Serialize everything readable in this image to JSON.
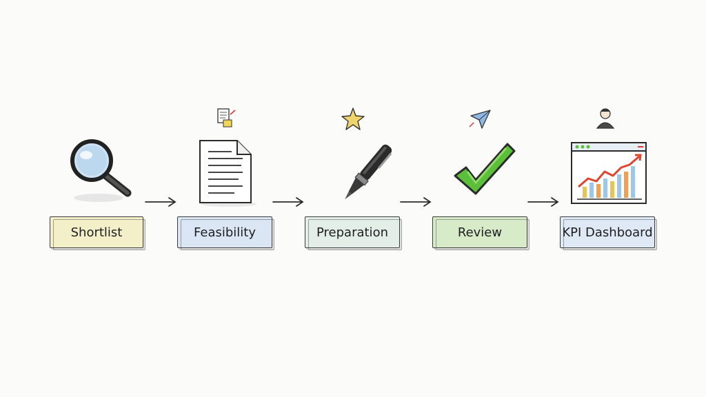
{
  "steps": [
    {
      "label": "Shortlist",
      "color": "#f2efc9",
      "icon": "magnifying-glass-icon",
      "mini_icon": null
    },
    {
      "label": "Feasibility",
      "color": "#dbe6f5",
      "icon": "document-icon",
      "mini_icon": "document-notes-icon"
    },
    {
      "label": "Preparation",
      "color": "#e2eee6",
      "icon": "pen-icon",
      "mini_icon": "star-icon"
    },
    {
      "label": "Review",
      "color": "#d8ebc8",
      "icon": "checkmark-icon",
      "mini_icon": "paper-plane-icon"
    },
    {
      "label": "KPI Dashboard",
      "color": "#dfe8f5",
      "icon": "dashboard-chart-icon",
      "mini_icon": "person-icon"
    }
  ],
  "colors": {
    "ink": "#2a2a2a",
    "check": "#5bbf3a",
    "trend": "#e0452c"
  }
}
